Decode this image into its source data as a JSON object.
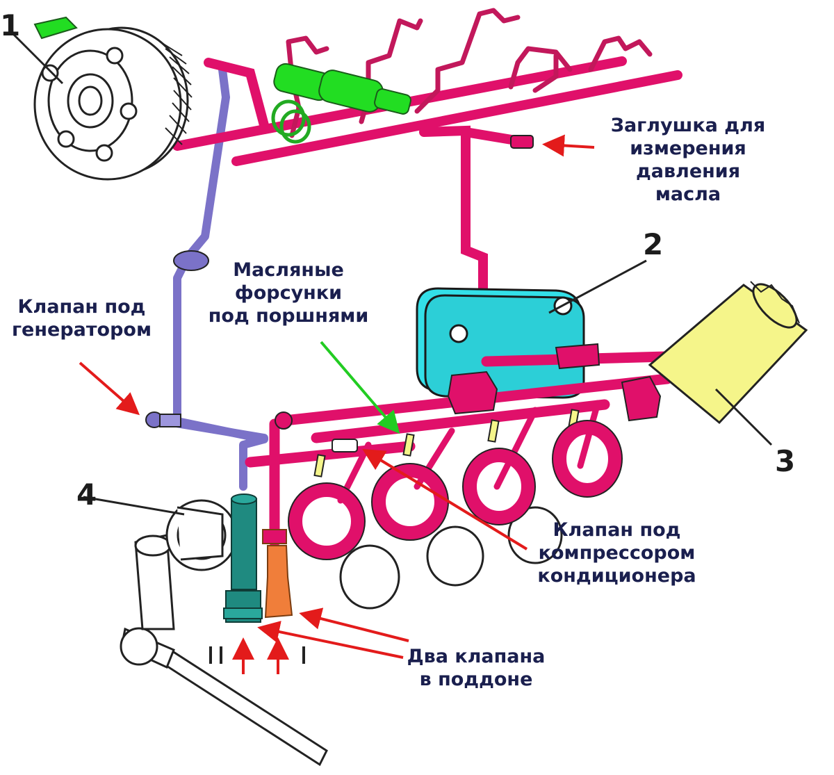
{
  "numbers": {
    "n1": "1",
    "n2": "2",
    "n3": "3",
    "n4": "4"
  },
  "labels": {
    "pressure_plug": [
      "Заглушка для",
      "измерения",
      "давления",
      "масла"
    ],
    "oil_nozzles": [
      "Масляные",
      "форсунки",
      "под поршнями"
    ],
    "generator_valve": [
      "Клапан под",
      "генератором"
    ],
    "compressor_valve": [
      "Клапан под",
      "компрессором",
      "кондиционера"
    ],
    "sump_valves": [
      "Два клапана",
      "в поддоне"
    ]
  },
  "colors": {
    "oil_line": "#e0106a",
    "supply_line": "#7b72c8",
    "cooler": "#33e0e8",
    "filter": "#f5f58a",
    "camshaft": "#22dd22",
    "pump_intake": "#1f8a80",
    "pump_valve": "#f07e3a",
    "arrow_red": "#e31b1b",
    "arrow_green": "#22cc22",
    "label_text": "#1a1f4e"
  }
}
